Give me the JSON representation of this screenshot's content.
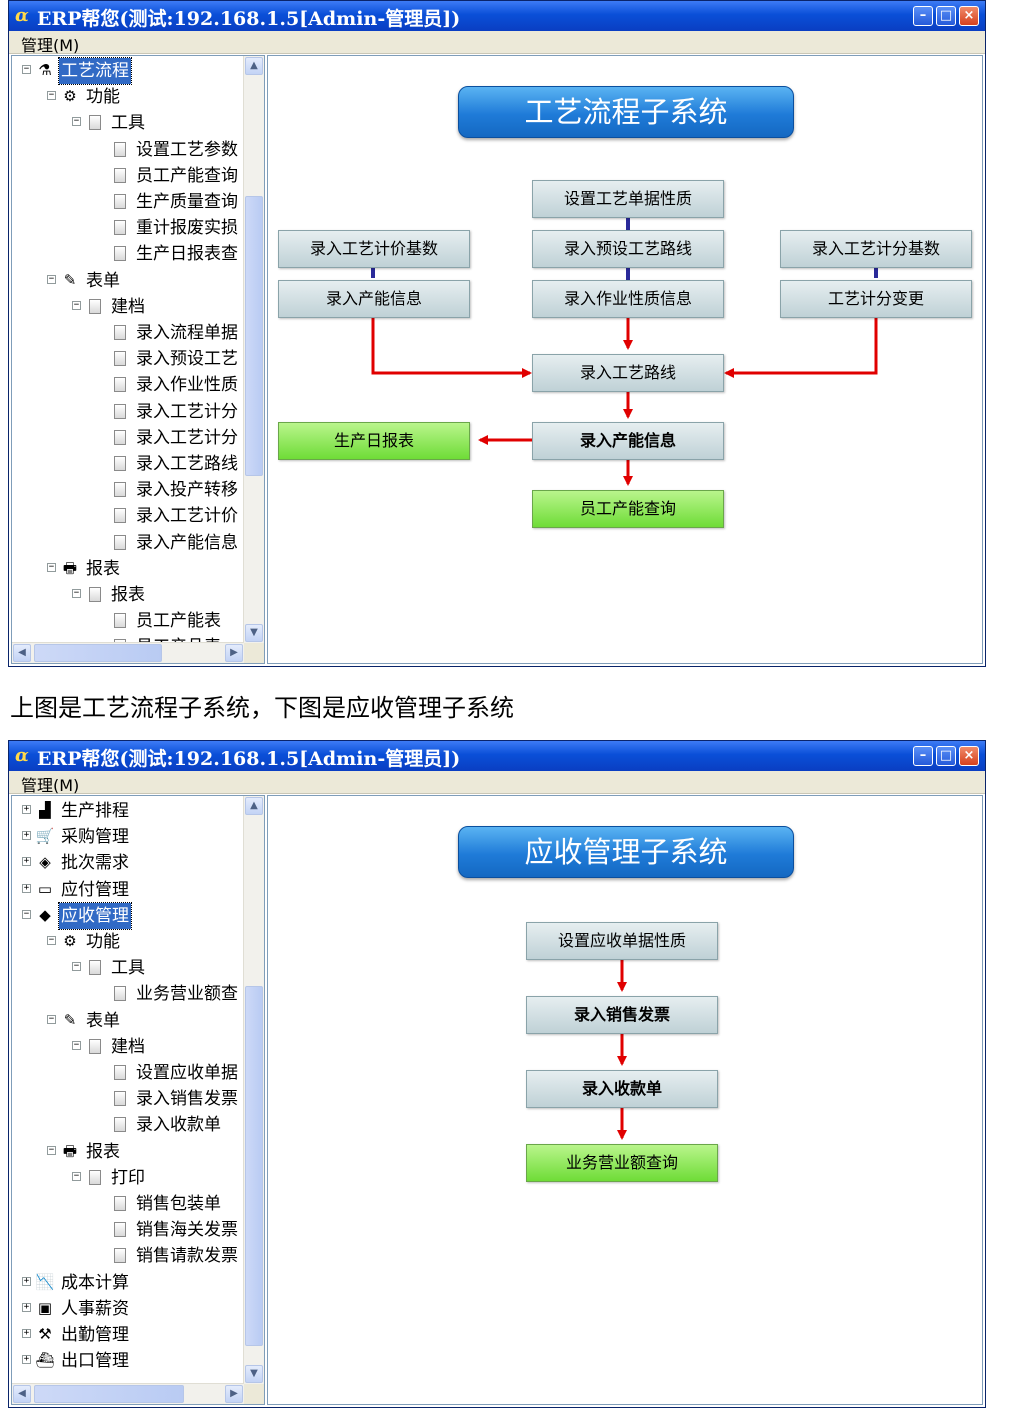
{
  "window_title": "ERP帮您(测试:192.168.1.5[Admin-管理员])",
  "title_icon": "α",
  "menu_label": "管理(M)",
  "window_controls": {
    "minimize": "–",
    "maximize": "□",
    "close": "×"
  },
  "scroll_glyphs": {
    "up": "▲",
    "down": "▼",
    "left": "◀",
    "right": "▶"
  },
  "caption": "上图是工艺流程子系统，下图是应收管理子系统",
  "colors": {
    "title_bar": "#0a4fd8",
    "selected": "#316ac5",
    "banner": "#1f7bd8",
    "box": "#c9d9de",
    "green_box": "#7fe040",
    "arrow": "#e00000",
    "connector": "#2a2a9a"
  },
  "top": {
    "banner": "工艺流程子系统",
    "tree": [
      {
        "depth": 0,
        "label": "工艺流程",
        "expander": "−",
        "icon": "flask-icon",
        "glyph": "⚗",
        "selected": true
      },
      {
        "depth": 1,
        "label": "功能",
        "expander": "−",
        "icon": "gear-icon",
        "glyph": "⚙"
      },
      {
        "depth": 2,
        "label": "工具",
        "expander": "−",
        "icon": "page-icon"
      },
      {
        "depth": 3,
        "label": "设置工艺参数",
        "icon": "page-icon"
      },
      {
        "depth": 3,
        "label": "员工产能查询",
        "icon": "page-icon"
      },
      {
        "depth": 3,
        "label": "生产质量查询",
        "icon": "page-icon"
      },
      {
        "depth": 3,
        "label": "重计报废实损",
        "icon": "page-icon"
      },
      {
        "depth": 3,
        "label": "生产日报表查",
        "icon": "page-icon"
      },
      {
        "depth": 1,
        "label": "表单",
        "expander": "−",
        "icon": "pencil-icon",
        "glyph": "✎"
      },
      {
        "depth": 2,
        "label": "建档",
        "expander": "−",
        "icon": "page-icon"
      },
      {
        "depth": 3,
        "label": "录入流程单据",
        "icon": "page-icon"
      },
      {
        "depth": 3,
        "label": "录入预设工艺",
        "icon": "page-icon"
      },
      {
        "depth": 3,
        "label": "录入作业性质",
        "icon": "page-icon"
      },
      {
        "depth": 3,
        "label": "录入工艺计分",
        "icon": "page-icon"
      },
      {
        "depth": 3,
        "label": "录入工艺计分",
        "icon": "page-icon"
      },
      {
        "depth": 3,
        "label": "录入工艺路线",
        "icon": "page-icon"
      },
      {
        "depth": 3,
        "label": "录入投产转移",
        "icon": "page-icon"
      },
      {
        "depth": 3,
        "label": "录入工艺计价",
        "icon": "page-icon"
      },
      {
        "depth": 3,
        "label": "录入产能信息",
        "icon": "page-icon"
      },
      {
        "depth": 1,
        "label": "报表",
        "expander": "−",
        "icon": "printer-icon",
        "glyph": "🖶"
      },
      {
        "depth": 2,
        "label": "报表",
        "expander": "−",
        "icon": "page-icon"
      },
      {
        "depth": 3,
        "label": "员工产能表",
        "icon": "page-icon"
      },
      {
        "depth": 3,
        "label": "员工产品表",
        "icon": "page-icon"
      }
    ],
    "flow": {
      "set_doc_property": "设置工艺单据性质",
      "enter_price_base": "录入工艺计价基数",
      "enter_preset_route": "录入预设工艺路线",
      "enter_score_base": "录入工艺计分基数",
      "enter_capacity_left": "录入产能信息",
      "enter_work_property": "录入作业性质信息",
      "score_change": "工艺计分变更",
      "enter_route": "录入工艺路线",
      "daily_report": "生产日报表",
      "enter_capacity": "录入产能信息",
      "staff_capacity_query": "员工产能查询"
    }
  },
  "bottom": {
    "banner": "应收管理子系统",
    "tree": [
      {
        "depth": 0,
        "label": "生产排程",
        "expander": "+",
        "icon": "bar-chart-icon",
        "glyph": "▟"
      },
      {
        "depth": 0,
        "label": "采购管理",
        "expander": "+",
        "icon": "cart-icon",
        "glyph": "🛒"
      },
      {
        "depth": 0,
        "label": "批次需求",
        "expander": "+",
        "icon": "layers-icon",
        "glyph": "◈"
      },
      {
        "depth": 0,
        "label": "应付管理",
        "expander": "+",
        "icon": "card-icon",
        "glyph": "▭"
      },
      {
        "depth": 0,
        "label": "应收管理",
        "expander": "−",
        "icon": "coins-icon",
        "glyph": "◆",
        "selected": true
      },
      {
        "depth": 1,
        "label": "功能",
        "expander": "−",
        "icon": "gear-icon",
        "glyph": "⚙"
      },
      {
        "depth": 2,
        "label": "工具",
        "expander": "−",
        "icon": "page-icon"
      },
      {
        "depth": 3,
        "label": "业务营业额查",
        "icon": "page-icon"
      },
      {
        "depth": 1,
        "label": "表单",
        "expander": "−",
        "icon": "pencil-icon",
        "glyph": "✎"
      },
      {
        "depth": 2,
        "label": "建档",
        "expander": "−",
        "icon": "page-icon"
      },
      {
        "depth": 3,
        "label": "设置应收单据",
        "icon": "page-icon"
      },
      {
        "depth": 3,
        "label": "录入销售发票",
        "icon": "page-icon"
      },
      {
        "depth": 3,
        "label": "录入收款单",
        "icon": "page-icon"
      },
      {
        "depth": 1,
        "label": "报表",
        "expander": "−",
        "icon": "printer-icon",
        "glyph": "🖶"
      },
      {
        "depth": 2,
        "label": "打印",
        "expander": "−",
        "icon": "page-icon"
      },
      {
        "depth": 3,
        "label": "销售包装单",
        "icon": "page-icon"
      },
      {
        "depth": 3,
        "label": "销售海关发票",
        "icon": "page-icon"
      },
      {
        "depth": 3,
        "label": "销售请款发票",
        "icon": "page-icon"
      },
      {
        "depth": 0,
        "label": "成本计算",
        "expander": "+",
        "icon": "trend-chart-icon",
        "glyph": "📉"
      },
      {
        "depth": 0,
        "label": "人事薪资",
        "expander": "+",
        "icon": "id-card-icon",
        "glyph": "▣"
      },
      {
        "depth": 0,
        "label": "出勤管理",
        "expander": "+",
        "icon": "hammer-icon",
        "glyph": "⚒"
      },
      {
        "depth": 0,
        "label": "出口管理",
        "expander": "+",
        "icon": "ship-icon",
        "glyph": "⛴"
      }
    ],
    "flow": {
      "set_doc_property": "设置应收单据性质",
      "enter_invoice": "录入销售发票",
      "enter_receipt": "录入收款单",
      "revenue_query": "业务营业额查询"
    }
  }
}
